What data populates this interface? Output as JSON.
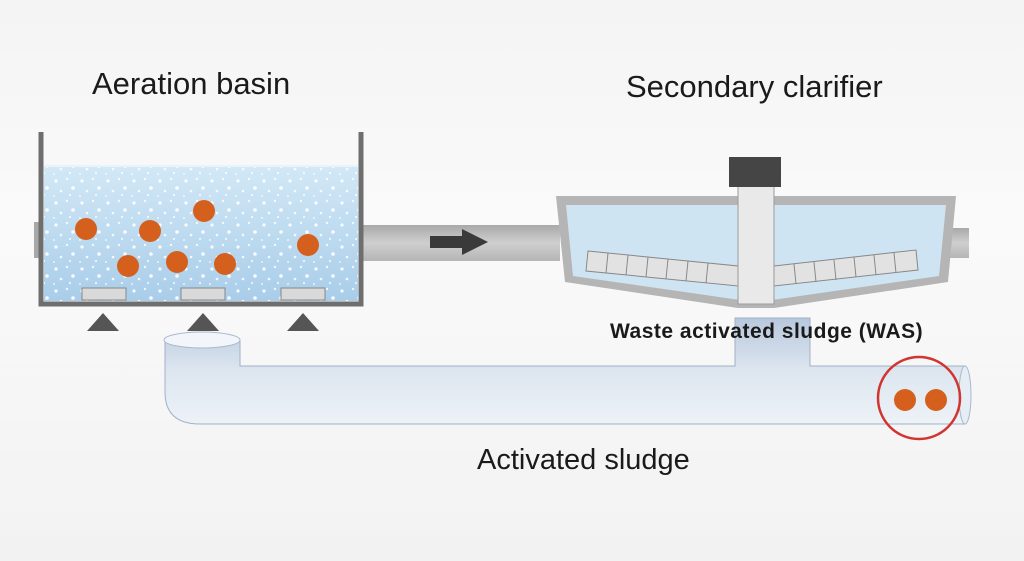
{
  "labels": {
    "aeration_basin": "Aeration basin",
    "secondary_clarifier": "Secondary clarifier",
    "waste_activated_sludge": "Waste activated sludge  (WAS)",
    "activated_sludge": "Activated sludge"
  },
  "colors": {
    "water": "#bfdcf0",
    "tank_wall": "#6e6e6e",
    "pipe": "#c6d3e2",
    "floc": "#d5601e",
    "highlight_circle": "#d0352f",
    "flow_arrow": "#3a3a3a"
  },
  "icons": {
    "flow_arrow": "arrow-right-icon",
    "diffuser": "triangle-support-icon"
  }
}
